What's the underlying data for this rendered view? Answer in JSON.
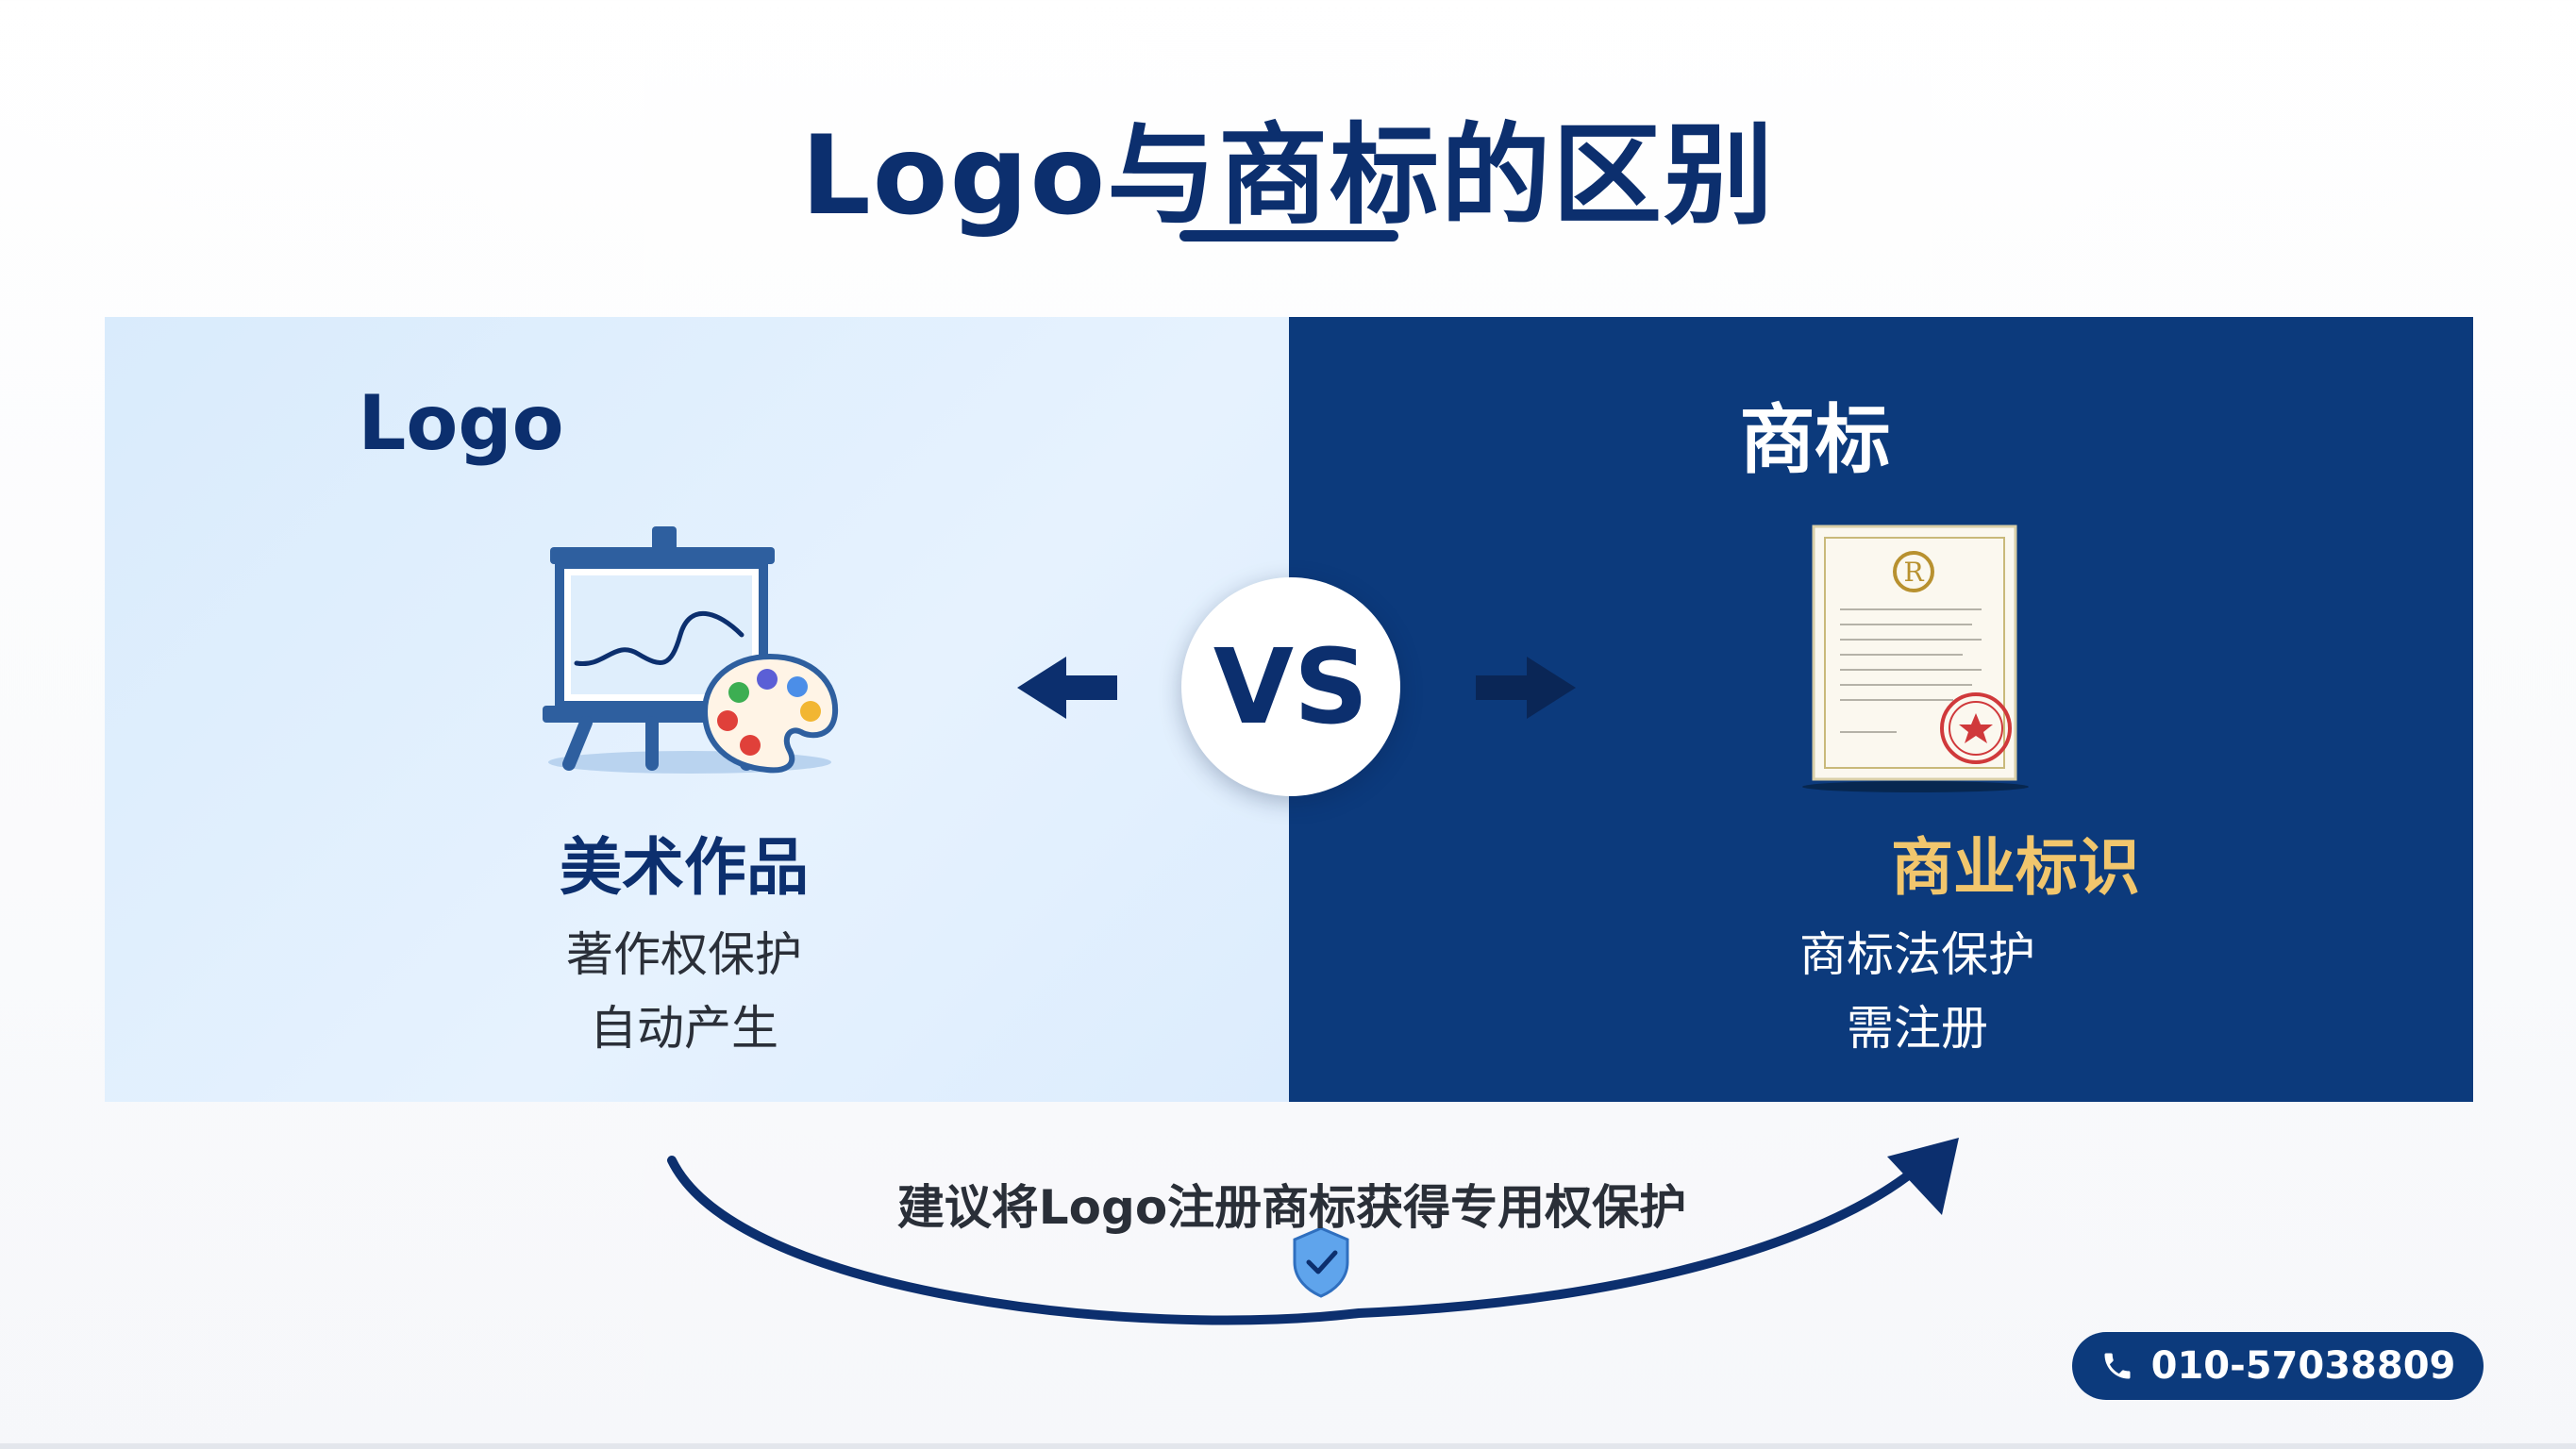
{
  "title": "Logo与商标的区别",
  "left": {
    "heading": "Logo",
    "main": "美术作品",
    "line1": "著作权保护",
    "line2": "自动产生"
  },
  "right": {
    "heading": "商标",
    "main": "商业标识",
    "line1": "商标法保护",
    "line2": "需注册"
  },
  "center": {
    "vs": "VS"
  },
  "tip": "建议将Logo注册商标获得专用权保护",
  "contact": {
    "phone": "010-57038809"
  },
  "colors": {
    "navy": "#0c3a7c",
    "gold": "#f1c66d",
    "light_blue": "#dcecfd"
  },
  "icons": [
    "easel-icon",
    "palette-icon",
    "certificate-icon",
    "registered-mark-icon",
    "stamp-icon",
    "arrow-left-icon",
    "arrow-right-icon",
    "shield-check-icon",
    "phone-icon"
  ]
}
